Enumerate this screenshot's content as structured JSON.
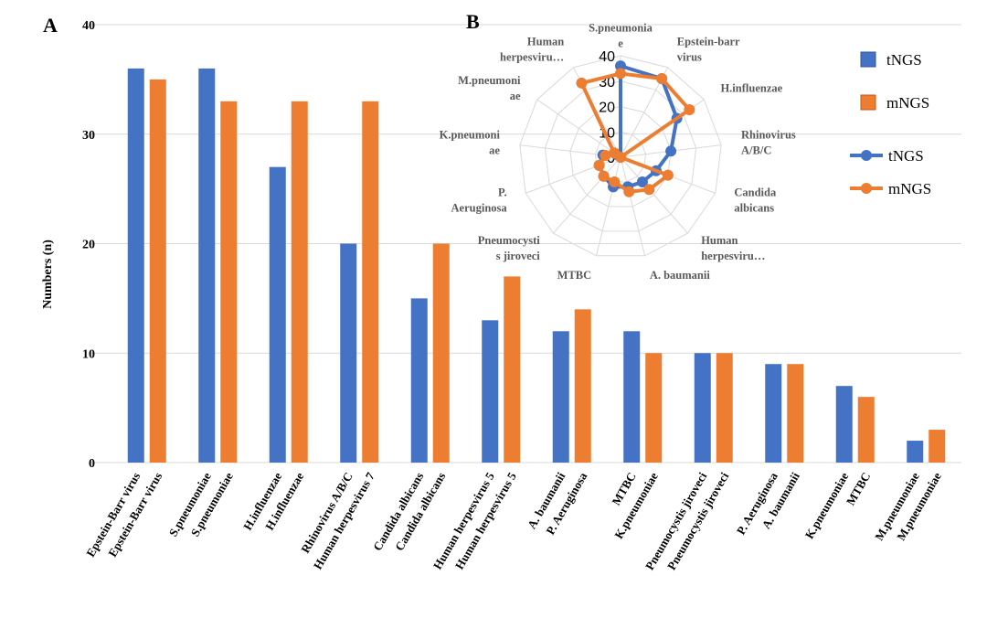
{
  "panels": {
    "a": "A",
    "b": "B"
  },
  "colors": {
    "tngs": "#4472C4",
    "mngs": "#ED7D31",
    "grid": "#D9D9D9"
  },
  "chart_data": [
    {
      "type": "bar",
      "ylabel": "Numbers (n)",
      "ylim": [
        0,
        40
      ],
      "yticks": [
        0,
        10,
        20,
        30,
        40
      ],
      "grid": true,
      "series": [
        {
          "name": "tNGS",
          "categories": [
            "Epstein-Barr virus",
            "S.pneumoniae",
            "H.influenzae",
            "Rhinovirus A/B/C",
            "Candida albicans",
            "Human herpesvirus 5",
            "A. baumanii",
            "MTBC",
            "Pneumocystis jiroveci",
            "P. Aeruginosa",
            "K.pneumoniae",
            "M.pneumoniae"
          ],
          "values": [
            36,
            36,
            27,
            20,
            15,
            13,
            12,
            12,
            10,
            9,
            7,
            2
          ]
        },
        {
          "name": "mNGS",
          "categories": [
            "Epstein-Barr virus",
            "S.pneumoniae",
            "H.influenzae",
            "Human herpesvirus 7",
            "Candida albicans",
            "Human herpesvirus 5",
            "P. Aeruginosa",
            "K.pneumoniae",
            "Pneumocystis jiroveci",
            "A. baumanii",
            "MTBC",
            "M.pneumoniae"
          ],
          "values": [
            35,
            33,
            33,
            33,
            20,
            17,
            14,
            10,
            10,
            9,
            6,
            3
          ]
        }
      ]
    },
    {
      "type": "radar",
      "rlim": [
        0,
        40
      ],
      "rticks": [
        "0",
        "10",
        "20",
        "30",
        "40"
      ],
      "axes": [
        "S.pneumonia e",
        "Epstein-barr virus",
        "H.influenzae",
        "Rhinovirus A/B/C",
        "Candida albicans",
        "Human herpesviru…",
        "A. baumanii",
        "MTBC",
        "Pneumocysti s jiroveci",
        "P. Aeruginosa",
        "K.pneumoni ae",
        "M.pneumoni ae",
        "Human herpesviru…"
      ],
      "series": [
        {
          "name": "tNGS",
          "values": [
            36,
            35,
            27,
            20,
            15,
            13,
            12,
            12,
            10,
            9,
            7,
            2,
            0
          ]
        },
        {
          "name": "mNGS",
          "values": [
            33,
            35,
            33,
            0,
            20,
            17,
            14,
            10,
            10,
            9,
            6,
            3,
            33
          ]
        }
      ]
    }
  ],
  "legend": {
    "bar_tngs": "tNGS",
    "bar_mngs": "mNGS",
    "line_tngs": "tNGS",
    "line_mngs": "mNGS"
  }
}
